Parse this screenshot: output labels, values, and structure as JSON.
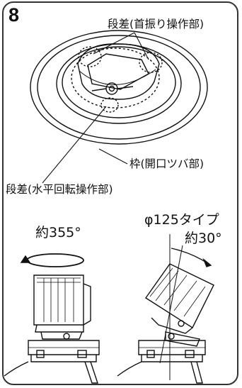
{
  "step_number": "8",
  "labels": {
    "step_part": "段差(首振り操作部)",
    "frame_part": "枠(開口ツバ部)",
    "rotation_part": "段差(水平回転操作部)",
    "rotation_angle": "約355°",
    "type_label": "φ125タイプ",
    "tilt_angle": "約30°"
  }
}
